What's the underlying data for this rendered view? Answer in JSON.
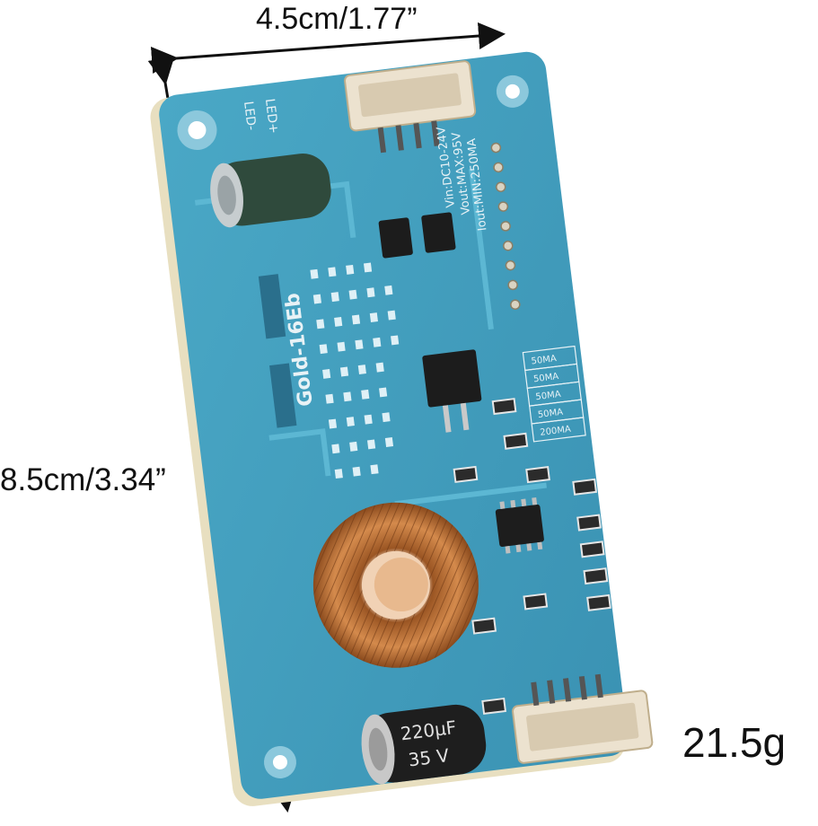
{
  "dimensions": {
    "width_label": "4.5cm/1.77”",
    "height_label": "8.5cm/3.34”",
    "weight_label": "21.5g"
  },
  "board": {
    "model": "Gold-16Eb",
    "led_minus": "LED-",
    "led_plus": "LED+",
    "spec_line_1": "Vin:DC10-24V",
    "spec_line_2": "Vout:MAX:95V",
    "spec_line_3": "Iout:MIN:250MA",
    "current_options": [
      "50MA",
      "50MA",
      "50MA",
      "50MA",
      "200MA"
    ],
    "capacitor_text": "220µF",
    "capacitor_voltage": "35 V",
    "colors": {
      "pcb": "#3f9dbd",
      "copper": "#c3773f",
      "connector": "#ece2cf"
    }
  }
}
